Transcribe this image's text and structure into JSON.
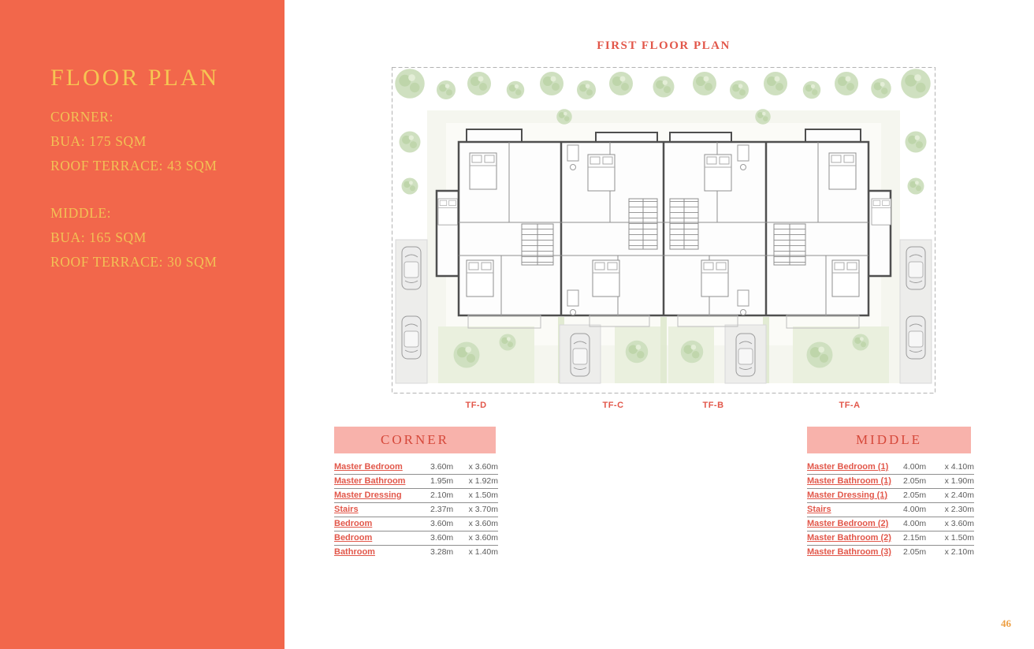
{
  "sidebar": {
    "title": "FLOOR PLAN",
    "corner": {
      "label": "CORNER:",
      "bua": "BUA: 175 SQM",
      "roof_terrace": "ROOF TERRACE: 43 SQM"
    },
    "middle": {
      "label": "MIDDLE:",
      "bua": "BUA: 165 SQM",
      "roof_terrace": "ROOF TERRACE: 30 SQM"
    }
  },
  "main": {
    "title": "FIRST FLOOR PLAN",
    "unit_labels": [
      "TF-D",
      "TF-C",
      "TF-B",
      "TF-A"
    ]
  },
  "tables": {
    "corner": {
      "title": "CORNER",
      "rows": [
        {
          "label": "Master Bedroom",
          "d1": "3.60m",
          "d2": "x 3.60m"
        },
        {
          "label": "Master Bathroom",
          "d1": "1.95m",
          "d2": "x 1.92m"
        },
        {
          "label": "Master Dressing",
          "d1": "2.10m",
          "d2": "x 1.50m"
        },
        {
          "label": "Stairs",
          "d1": "2.37m",
          "d2": "x 3.70m"
        },
        {
          "label": "Bedroom",
          "d1": "3.60m",
          "d2": "x 3.60m"
        },
        {
          "label": "Bedroom",
          "d1": "3.60m",
          "d2": "x 3.60m"
        },
        {
          "label": "Bathroom",
          "d1": "3.28m",
          "d2": "x 1.40m"
        }
      ]
    },
    "middle": {
      "title": "MIDDLE",
      "rows": [
        {
          "label": "Master Bedroom (1)",
          "d1": "4.00m",
          "d2": "x 4.10m"
        },
        {
          "label": "Master Bathroom (1)",
          "d1": "2.05m",
          "d2": "x 1.90m"
        },
        {
          "label": "Master Dressing (1)",
          "d1": "2.05m",
          "d2": "x 2.40m"
        },
        {
          "label": "Stairs",
          "d1": "4.00m",
          "d2": "x 2.30m"
        },
        {
          "label": "Master Bedroom (2)",
          "d1": "4.00m",
          "d2": "x 3.60m"
        },
        {
          "label": "Master Bathroom (2)",
          "d1": "2.15m",
          "d2": "x 1.50m"
        },
        {
          "label": "Master Bathroom (3)",
          "d1": "2.05m",
          "d2": "x 2.10m"
        }
      ]
    }
  },
  "footer": {
    "page_number": "46"
  }
}
